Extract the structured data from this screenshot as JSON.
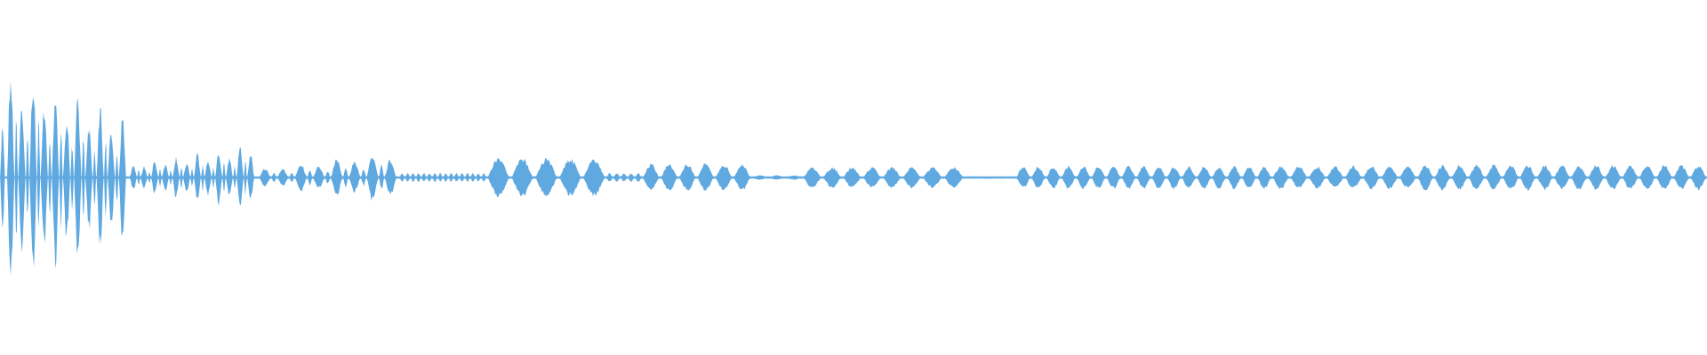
{
  "waveform": {
    "color": "#5fa9e0",
    "background": "#ffffff",
    "segments": [
      {
        "start": 0.0,
        "end": 0.003,
        "amp": 0.5,
        "count": 1
      },
      {
        "start": 0.003,
        "end": 0.075,
        "amp": 0.63,
        "count": 11,
        "peak_start": 0.98,
        "peak_end": 0.55
      },
      {
        "start": 0.075,
        "end": 0.15,
        "amp": 0.24,
        "count": 12,
        "peak_start": 0.12,
        "peak_end": 0.28
      },
      {
        "start": 0.15,
        "end": 0.234,
        "amp": 0.2,
        "count": 8,
        "peak_start": 0.08,
        "peak_end": 0.23
      },
      {
        "start": 0.234,
        "end": 0.285,
        "amp": 0.04,
        "count": 16
      },
      {
        "start": 0.285,
        "end": 0.355,
        "amp": 0.17,
        "count": 5
      },
      {
        "start": 0.355,
        "end": 0.376,
        "amp": 0.04,
        "count": 5
      },
      {
        "start": 0.376,
        "end": 0.44,
        "amp": 0.12,
        "count": 6
      },
      {
        "start": 0.44,
        "end": 0.47,
        "amp": 0.02,
        "count": 3
      },
      {
        "start": 0.47,
        "end": 0.54,
        "amp": 0.09,
        "count": 6
      },
      {
        "start": 0.54,
        "end": 0.565,
        "amp": 0.09,
        "count": 2
      },
      {
        "start": 0.565,
        "end": 0.595,
        "amp": 0.01,
        "count": 1
      },
      {
        "start": 0.595,
        "end": 0.745,
        "amp": 0.1,
        "count": 17
      },
      {
        "start": 0.745,
        "end": 0.83,
        "amp": 0.1,
        "count": 8
      },
      {
        "start": 0.83,
        "end": 1.0,
        "amp": 0.11,
        "count": 17
      }
    ]
  }
}
